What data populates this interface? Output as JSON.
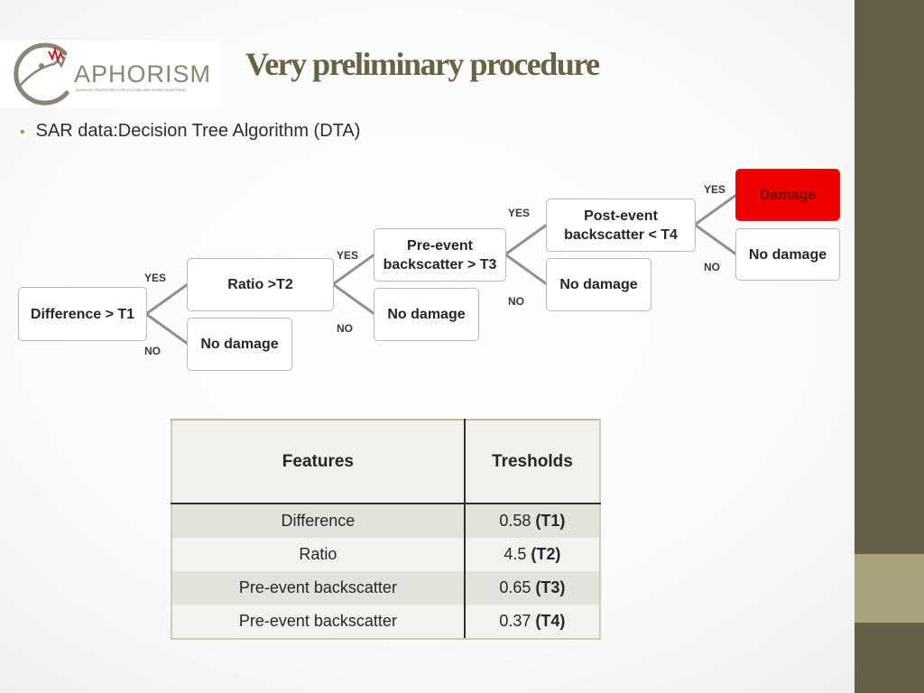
{
  "logo": {
    "text": "APHORISM",
    "tagline": "ADVANCED PROCEDURES FOR VOLCANIC AND SEISMIC MONITORING"
  },
  "title": "Very preliminary procedure",
  "bullet": "SAR data:Decision Tree Algorithm (DTA)",
  "tree": {
    "nodes": {
      "difference": "Difference > T1",
      "ratio": "Ratio >T2",
      "no_damage_1": "No damage",
      "pre_event": "Pre-event backscatter > T3",
      "no_damage_2": "No damage",
      "post_event": "Post-event backscatter < T4",
      "no_damage_3": "No damage",
      "damage": "Damage",
      "no_damage_4": "No damage"
    },
    "edges": {
      "yes_1": "YES",
      "no_1": "NO",
      "yes_2": "YES",
      "no_2": "NO",
      "yes_3": "YES",
      "no_3": "NO",
      "yes_4": "YES",
      "no_4": "NO"
    },
    "colors": {
      "damage": "#ee0000",
      "lines": "#8c948c"
    }
  },
  "table": {
    "headers": [
      "Features",
      "Tresholds"
    ],
    "rows": [
      {
        "feature": "Difference",
        "value": "0.58",
        "param": "(T1)"
      },
      {
        "feature": "Ratio",
        "value": "4.5",
        "param": "(T2)"
      },
      {
        "feature": "Pre-event backscatter",
        "value": "0.65",
        "param": "(T3)"
      },
      {
        "feature": "Pre-event backscatter",
        "value": "0.37",
        "param": "(T4)"
      }
    ]
  }
}
